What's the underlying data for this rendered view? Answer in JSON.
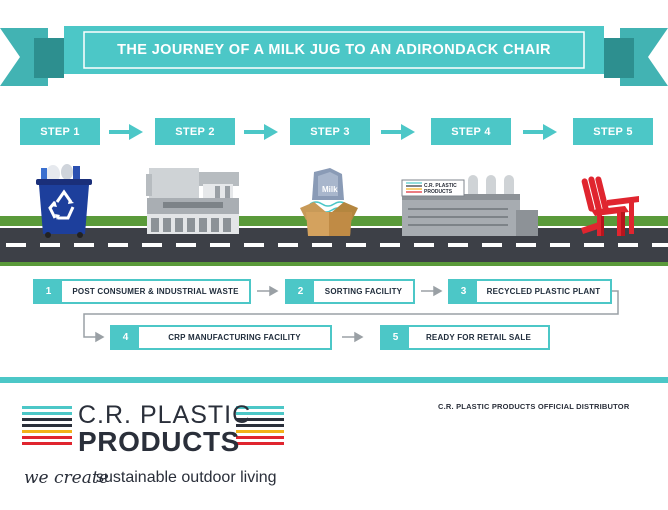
{
  "banner": {
    "title": "THE JOURNEY OF A MILK JUG TO AN ADIRONDACK CHAIR"
  },
  "steps": [
    {
      "label": "STEP 1"
    },
    {
      "label": "STEP 2"
    },
    {
      "label": "STEP 3"
    },
    {
      "label": "STEP 4"
    },
    {
      "label": "STEP 5"
    }
  ],
  "illustrations": {
    "box_label": "Milk",
    "plant_sign_line1": "C.R. PLASTIC",
    "plant_sign_line2": "PRODUCTS"
  },
  "legend": [
    {
      "num": "1",
      "label": "POST CONSUMER & INDUSTRIAL WASTE"
    },
    {
      "num": "2",
      "label": "SORTING FACILITY"
    },
    {
      "num": "3",
      "label": "RECYCLED PLASTIC PLANT"
    },
    {
      "num": "4",
      "label": "CRP MANUFACTURING FACILITY"
    },
    {
      "num": "5",
      "label": "READY FOR RETAIL SALE"
    }
  ],
  "brand": {
    "line1": "C.R. PLASTIC",
    "line2": "PRODUCTS",
    "tagline_script": "we create",
    "tagline_rest": "sustainable outdoor living",
    "distributor": "C.R. PLASTIC PRODUCTS OFFICIAL DISTRIBUTOR"
  },
  "colors": {
    "accent": "#4cc7c7",
    "road": "#3d4047",
    "grass": "#5a9a3a",
    "bin": "#1d3f9c",
    "chair": "#e0252f",
    "text": "#2a2f3a"
  },
  "icons": [
    "recycle-icon",
    "arrow-right-icon"
  ]
}
